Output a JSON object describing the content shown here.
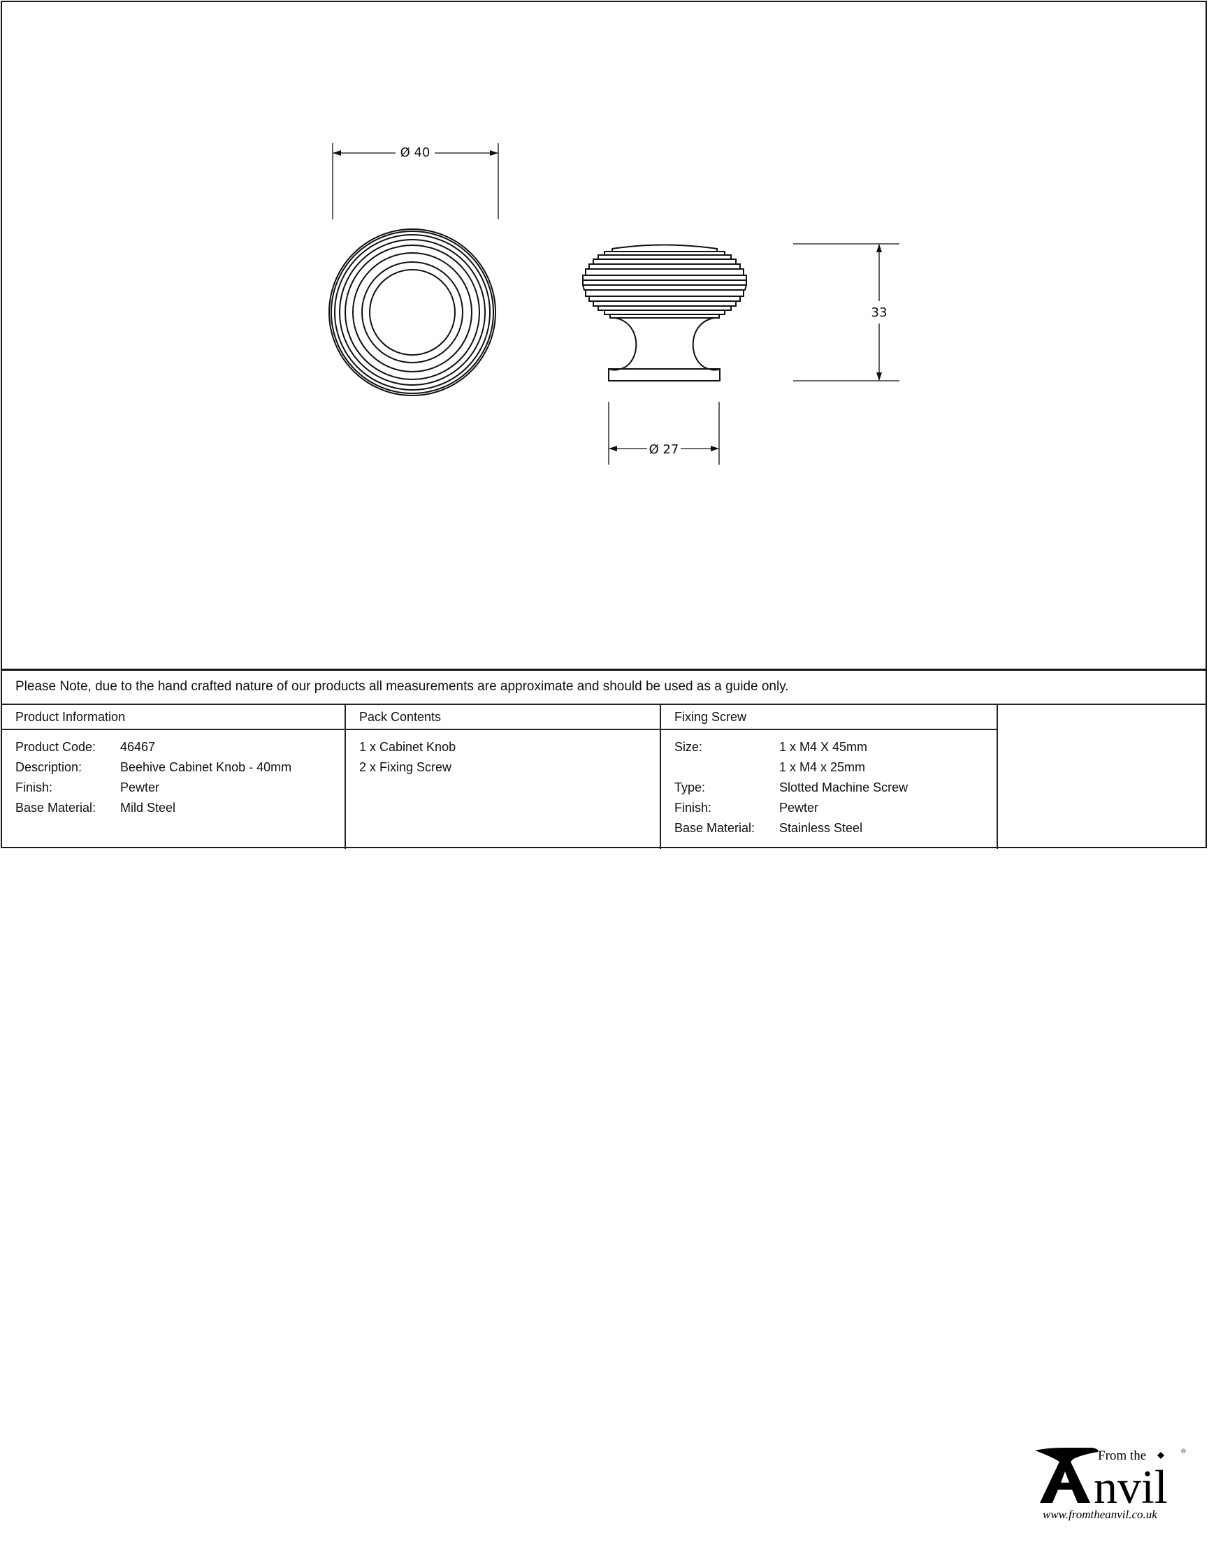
{
  "drawing": {
    "top_view": {
      "dimension_label": "Ø 40"
    },
    "side_view": {
      "width_label": "Ø 27",
      "height_label": "33"
    }
  },
  "notice": "Please Note, due to the hand crafted nature of our products all measurements are approximate and should be used as a guide only.",
  "product_information": {
    "header": "Product Information",
    "rows": [
      {
        "label": "Product Code:",
        "value": "46467"
      },
      {
        "label": "Description:",
        "value": "Beehive Cabinet Knob - 40mm"
      },
      {
        "label": "Finish:",
        "value": "Pewter"
      },
      {
        "label": "Base Material:",
        "value": "Mild Steel"
      }
    ]
  },
  "pack_contents": {
    "header": "Pack Contents",
    "items": [
      "1 x Cabinet Knob",
      "2 x Fixing Screw"
    ]
  },
  "fixing_screw": {
    "header": "Fixing Screw",
    "rows": [
      {
        "label": "Size:",
        "value": "1 x M4 X 45mm"
      },
      {
        "label": "",
        "value": "1 x M4 x 25mm"
      },
      {
        "label": "Type:",
        "value": "Slotted Machine Screw"
      },
      {
        "label": "Finish:",
        "value": "Pewter"
      },
      {
        "label": "Base Material:",
        "value": "Stainless Steel"
      }
    ]
  },
  "logo": {
    "from_the": "From the",
    "letter_a": "A",
    "brand": "nvil",
    "registered": "®",
    "url": "www.fromtheanvil.co.uk"
  }
}
